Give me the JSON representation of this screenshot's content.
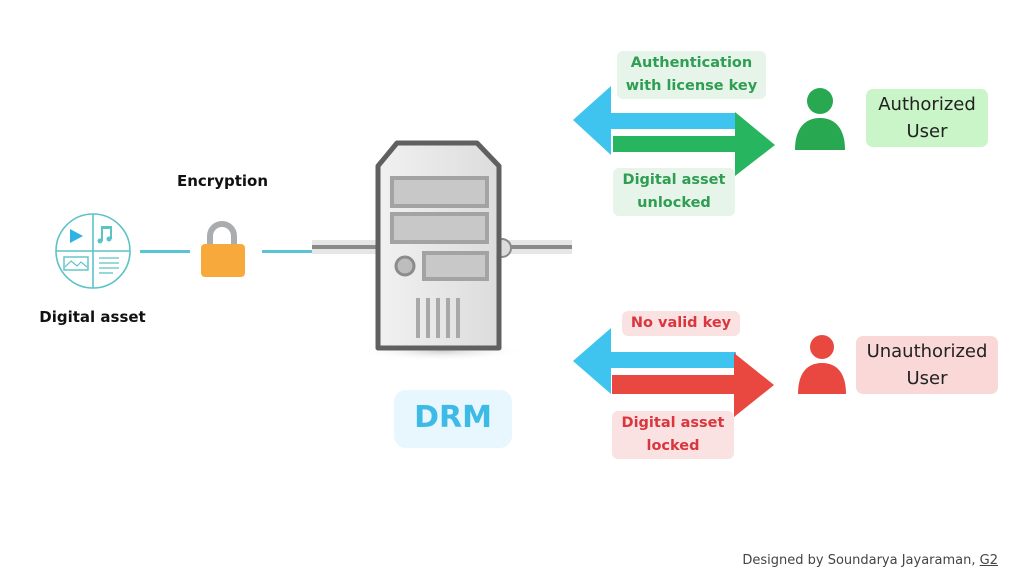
{
  "diagram": {
    "title": "DRM",
    "asset": {
      "label": "Digital asset",
      "icon": "media-circle-icon"
    },
    "encryption": {
      "label": "Encryption",
      "icon": "padlock-icon"
    },
    "server": {
      "label": "DRM",
      "icon": "server-icon"
    },
    "authorized": {
      "request_label": "Authentication with license key",
      "request_lines": [
        "Authentication",
        "with license key"
      ],
      "response_lines": [
        "Digital asset",
        "unlocked"
      ],
      "user_lines": [
        "Authorized",
        "User"
      ],
      "color": "#27a851"
    },
    "unauthorized": {
      "request_lines": [
        "No valid key"
      ],
      "response_lines": [
        "Digital asset",
        "locked"
      ],
      "user_lines": [
        "Unauthorized",
        "User"
      ],
      "color": "#e8483f"
    },
    "colors": {
      "request_arrow": "#3ec4ee",
      "line": "#5bc3d6",
      "lock_body": "#f7a93b",
      "lock_shackle": "#a9adb0"
    }
  },
  "credit": {
    "prefix": "Designed by Soundarya Jayaraman, ",
    "link": "G2"
  }
}
